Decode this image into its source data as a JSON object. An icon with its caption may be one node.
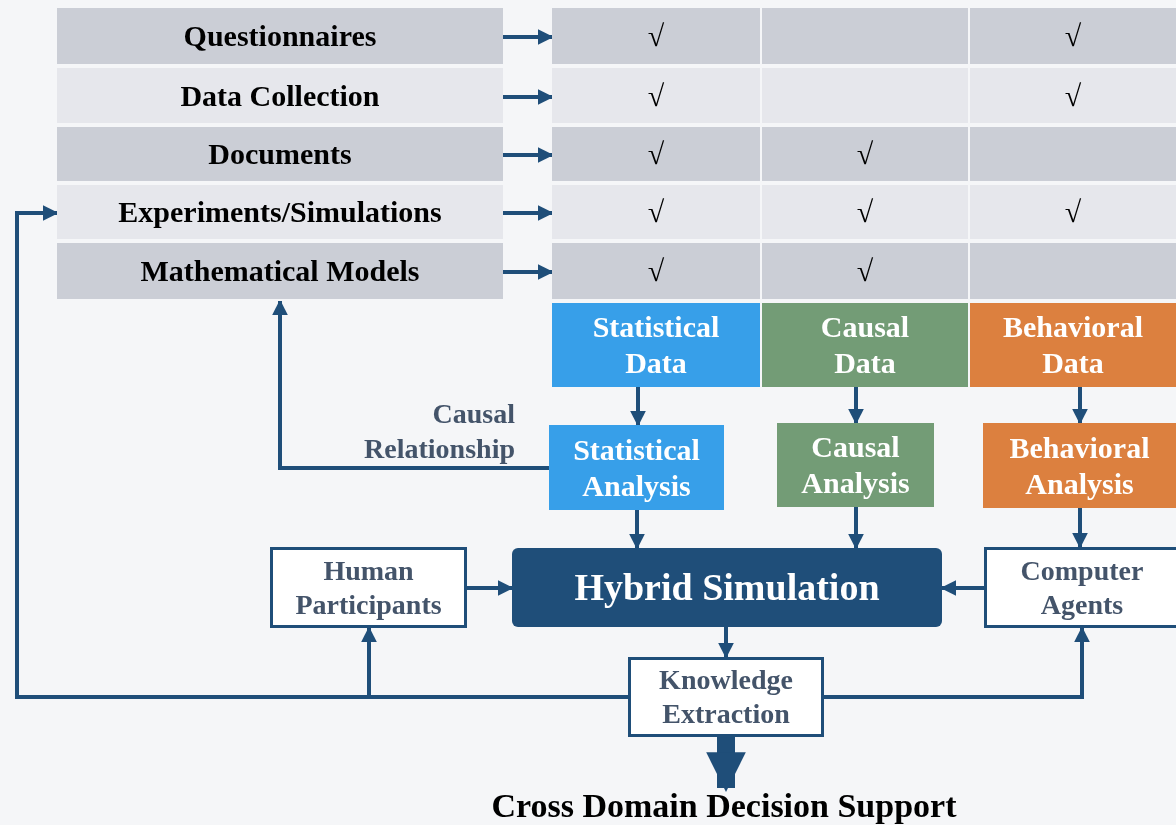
{
  "diagram": {
    "nodes": [
      {
        "text": [
          "Questionnaires"
        ]
      },
      {
        "text": [
          "Data Collection"
        ]
      },
      {
        "text": [
          "Documents"
        ]
      },
      {
        "text": [
          "Experiments/Simulations"
        ]
      },
      {
        "text": [
          "Mathematical Models"
        ]
      },
      {
        "text": [
          "√"
        ]
      },
      {
        "text": [],
        "shape": "box"
      },
      {
        "text": [
          "√"
        ]
      },
      {
        "text": [
          "√"
        ]
      },
      {
        "text": [],
        "shape": "box"
      },
      {
        "text": [
          "√"
        ]
      },
      {
        "text": [
          "√"
        ]
      },
      {
        "text": [
          "√"
        ]
      },
      {
        "text": [],
        "shape": "box"
      },
      {
        "text": [
          "√"
        ]
      },
      {
        "text": [
          "√"
        ]
      },
      {
        "text": [
          "√"
        ]
      },
      {
        "text": [
          "√"
        ]
      },
      {
        "text": [
          "√"
        ]
      },
      {
        "text": [],
        "shape": "box"
      },
      {
        "text": [
          "Statistical Data"
        ]
      },
      {
        "text": [
          "Causal Data"
        ]
      },
      {
        "text": [
          "Behavioral Data"
        ]
      },
      {
        "text": [
          "Statistical Analysis"
        ]
      },
      {
        "text": [
          "Causal Analysis"
        ]
      },
      {
        "text": [
          "Behavioral Analysis"
        ]
      },
      {
        "text": [
          "Human Participants"
        ]
      },
      {
        "text": [
          "Hybrid Simulation"
        ]
      },
      {
        "text": [
          "Computer Agents"
        ]
      },
      {
        "text": [
          "Knowledge Extraction"
        ]
      },
      {
        "text": [
          "Cross Domain Decision Support"
        ]
      }
    ],
    "edges": [
      {
        "from": 0,
        "to": 5,
        "arrow": "to"
      },
      {
        "from": 1,
        "to": 8,
        "arrow": "to"
      },
      {
        "from": 2,
        "to": 11,
        "arrow": "to"
      },
      {
        "from": 3,
        "to": 14,
        "arrow": "to"
      },
      {
        "from": 4,
        "to": 17,
        "arrow": "to"
      },
      {
        "from": 20,
        "to": 23,
        "arrow": "to"
      },
      {
        "from": 21,
        "to": 24,
        "arrow": "to"
      },
      {
        "from": 22,
        "to": 25,
        "arrow": "to"
      },
      {
        "from": 23,
        "to": 27,
        "arrow": "to"
      },
      {
        "from": 24,
        "to": 27,
        "arrow": "to"
      },
      {
        "from": 25,
        "to": 28,
        "arrow": "to"
      },
      {
        "from": 26,
        "to": 27,
        "arrow": "to"
      },
      {
        "from": 28,
        "to": 27,
        "arrow": "to"
      },
      {
        "from": 27,
        "to": 29,
        "arrow": "to"
      },
      {
        "from": 29,
        "to": 26,
        "arrow": "to"
      },
      {
        "from": 29,
        "to": 28,
        "arrow": "to"
      },
      {
        "from": 29,
        "to": 3,
        "arrow": "to"
      },
      {
        "from": 23,
        "to": 4,
        "label": "Causal Relationship",
        "arrow": "to"
      },
      {
        "from": 29,
        "to": 30,
        "arrow": "to",
        "style": "thick"
      }
    ]
  }
}
